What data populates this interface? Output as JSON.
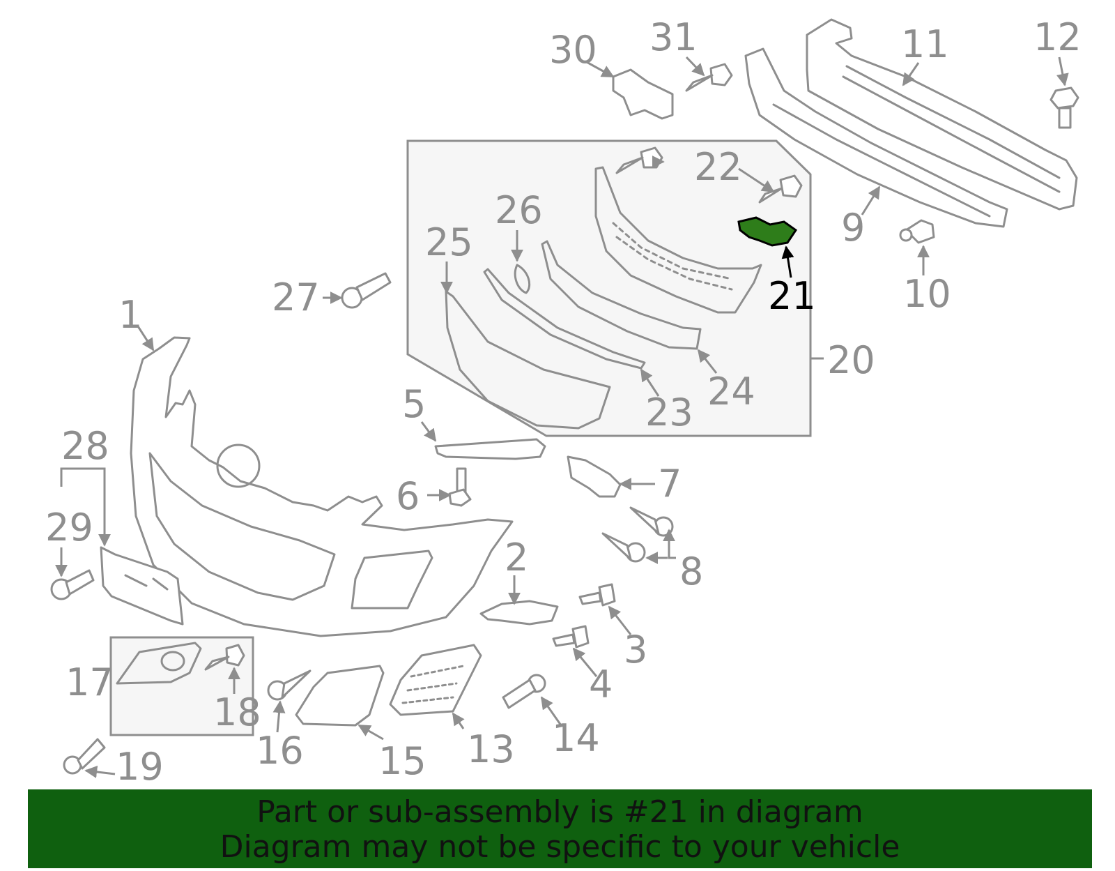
{
  "callouts": {
    "n1": "1",
    "n2": "2",
    "n3": "3",
    "n4": "4",
    "n5": "5",
    "n6": "6",
    "n7": "7",
    "n8": "8",
    "n9": "9",
    "n10": "10",
    "n11": "11",
    "n12": "12",
    "n13": "13",
    "n14": "14",
    "n15": "15",
    "n16": "16",
    "n17": "17",
    "n18": "18",
    "n19": "19",
    "n20": "20",
    "n21": "21",
    "n22": "22",
    "n23": "23",
    "n24": "24",
    "n25": "25",
    "n26": "26",
    "n27": "27",
    "n28": "28",
    "n29": "29",
    "n30": "30",
    "n31": "31"
  },
  "highlight": {
    "part": "21",
    "color": "#2e7d1a"
  },
  "colors": {
    "line": "#8e8e8e",
    "banner": "#0f600f",
    "subassembly_bg": "#f6f6f6"
  },
  "banner": {
    "line1": "Part or sub-assembly is #21 in diagram",
    "line2": "Diagram may not be specific to your vehicle"
  }
}
